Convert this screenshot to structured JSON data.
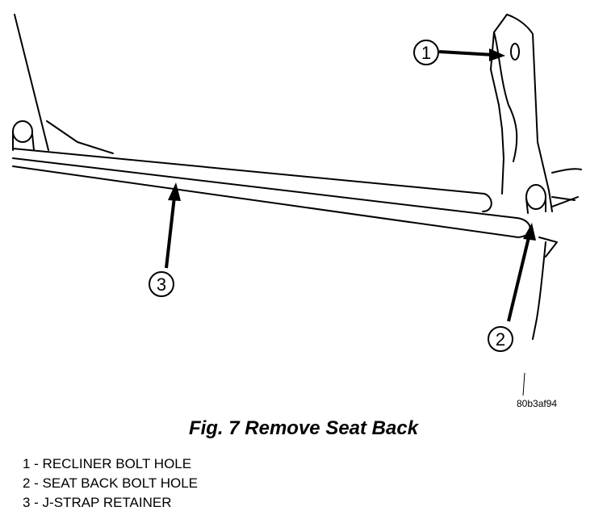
{
  "figure": {
    "callouts": [
      {
        "number": "1",
        "item": "RECLINER BOLT HOLE"
      },
      {
        "number": "2",
        "item": "SEAT BACK BOLT HOLE"
      },
      {
        "number": "3",
        "item": "J-STRAP RETAINER"
      }
    ],
    "image_code": "80b3af94",
    "caption": "Fig. 7 Remove Seat Back",
    "legend": [
      "1 - RECLINER BOLT HOLE",
      "2 - SEAT BACK BOLT HOLE",
      "3 - J-STRAP RETAINER"
    ]
  }
}
